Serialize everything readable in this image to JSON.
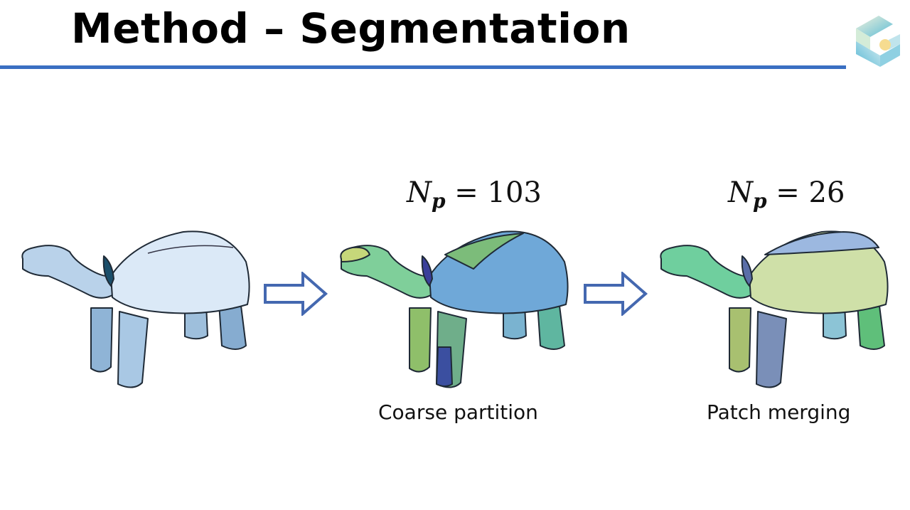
{
  "slide": {
    "title": "Method – Segmentation",
    "logo": "cube-g-logo"
  },
  "panels": [
    {
      "name": "input-mesh"
    },
    {
      "name": "coarse-partition",
      "np_symbol": "N",
      "np_sub": "p",
      "np_eq": " = ",
      "np_value": "103",
      "caption": "Coarse partition"
    },
    {
      "name": "patch-merging",
      "np_symbol": "N",
      "np_sub": "p",
      "np_eq": " = ",
      "np_value": "26",
      "caption": "Patch merging"
    }
  ],
  "colors": {
    "accent": "#3a6fc2",
    "arrow": "#4468b0"
  }
}
